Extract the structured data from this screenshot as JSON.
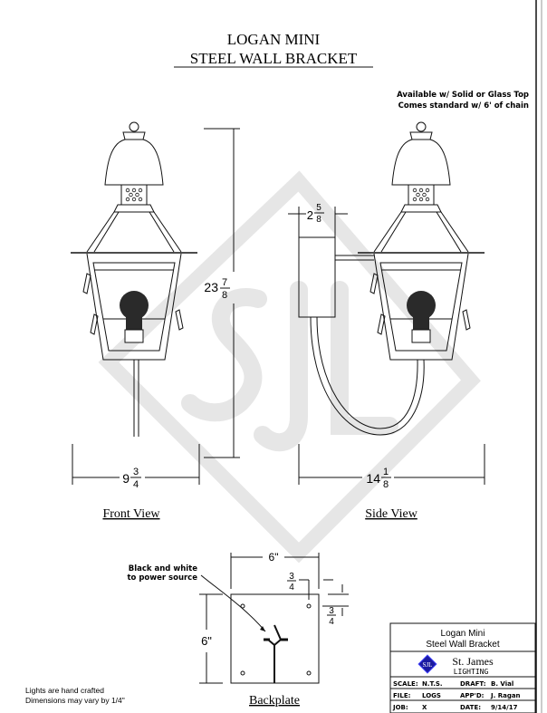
{
  "title": {
    "line1": "LOGAN MINI",
    "line2": "STEEL WALL BRACKET"
  },
  "notes": {
    "line1": "Available w/ Solid or Glass Top",
    "line2": "Comes standard w/ 6' of chain"
  },
  "front_view": {
    "label": "Front View",
    "height_whole": "23",
    "height_num": "7",
    "height_den": "8",
    "width_whole": "9",
    "width_num": "3",
    "width_den": "4"
  },
  "side_view": {
    "label": "Side View",
    "depth_whole": "2",
    "depth_num": "5",
    "depth_den": "8",
    "ext_whole": "14",
    "ext_num": "1",
    "ext_den": "8"
  },
  "backplate": {
    "label": "Backplate",
    "wire_note_1": "Black and white",
    "wire_note_2": "to power source",
    "width": "6\"",
    "height": "6\"",
    "offset_num": "3",
    "offset_den": "4"
  },
  "footnotes": {
    "line1": "Lights are hand crafted",
    "line2": "Dimensions may vary by 1/4\""
  },
  "title_block": {
    "product_1": "Logan Mini",
    "product_2": "Steel Wall Bracket",
    "company": "St. James",
    "company_sub": "LIGHTING",
    "logo_text": "SJL",
    "scale_label": "SCALE:",
    "scale": "N.T.S.",
    "draft_label": "DRAFT:",
    "draft": "B. Vial",
    "file_label": "FILE:",
    "file": "LOGS",
    "appd_label": "APP'D:",
    "appd": "J. Ragan",
    "job_label": "JOB:",
    "job": "X",
    "date_label": "DATE:",
    "date": "9/14/17"
  },
  "colors": {
    "line": "#111111",
    "watermark": "#e4e4e4",
    "logo": "#1a1aa0"
  }
}
